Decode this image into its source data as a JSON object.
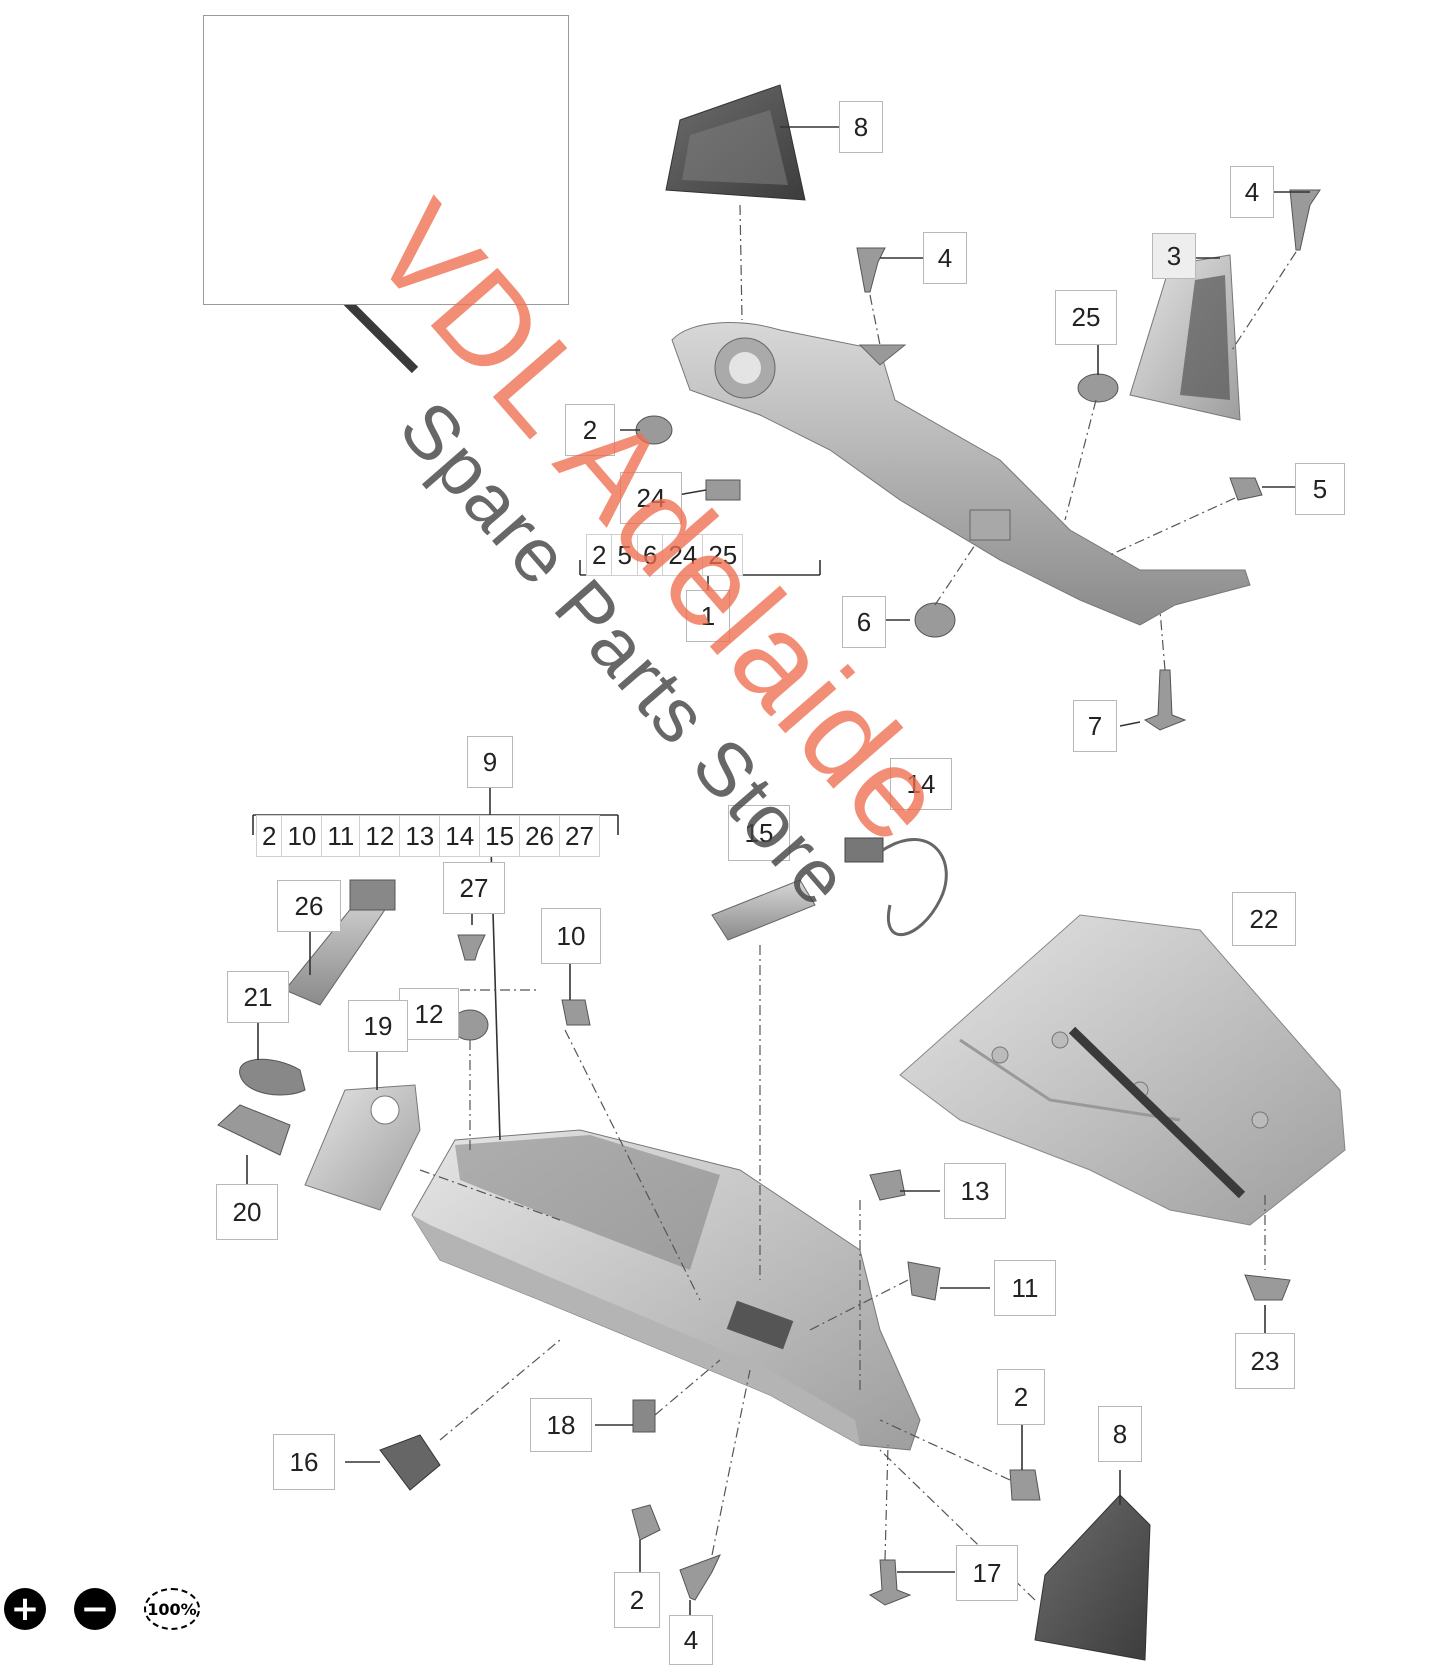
{
  "callouts": {
    "c8_top": "8",
    "c4_top_right": "4",
    "c4_mid": "4",
    "c3": "3",
    "c25": "25",
    "c2_top": "2",
    "c5": "5",
    "c24": "24",
    "c1": "1",
    "c6": "6",
    "c7": "7",
    "c9": "9",
    "c14": "14",
    "c15": "15",
    "c22": "22",
    "c26": "26",
    "c27": "27",
    "c10": "10",
    "c21": "21",
    "c12": "12",
    "c19": "19",
    "c20": "20",
    "c13": "13",
    "c11": "11",
    "c23": "23",
    "c18": "18",
    "c16": "16",
    "c2_bottom_right": "2",
    "c8_bottom": "8",
    "c2_bottom": "2",
    "c17": "17",
    "c4_bottom": "4"
  },
  "groups": {
    "group1": [
      "2",
      "5",
      "6",
      "24",
      "25"
    ],
    "group9": [
      "2",
      "10",
      "11",
      "12",
      "13",
      "14",
      "15",
      "26",
      "27"
    ]
  },
  "watermark": {
    "main": "VDL Adelaide",
    "sub": "Spare Parts Store"
  },
  "zoom": {
    "zoom_in": "+",
    "zoom_out": "−",
    "reset": "100%"
  },
  "colors": {
    "watermark_main": "#f06e50",
    "watermark_sub": "#464646",
    "part_fill": "#c9c9c9",
    "part_dark": "#6a6a6a"
  }
}
